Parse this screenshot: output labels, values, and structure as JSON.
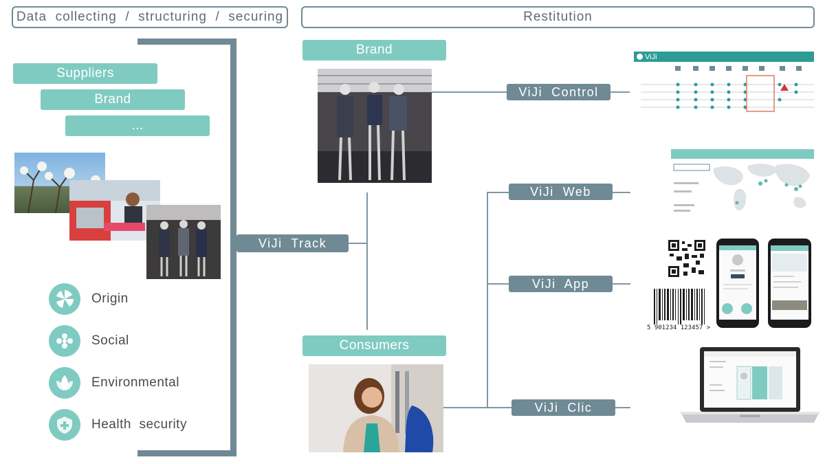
{
  "headers": {
    "left": "Data  collecting  /  structuring  /  securing",
    "right": "Restitution"
  },
  "sources": {
    "items": [
      "Suppliers",
      "Brand",
      "..."
    ]
  },
  "categories": [
    {
      "label": "Origin",
      "icon": "origin-icon"
    },
    {
      "label": "Social",
      "icon": "social-icon"
    },
    {
      "label": "Environmental",
      "icon": "environmental-icon"
    },
    {
      "label": "Health  security",
      "icon": "health-security-icon"
    }
  ],
  "track": {
    "label": "ViJi  Track"
  },
  "brand": {
    "label": "Brand"
  },
  "consumers": {
    "label": "Consumers"
  },
  "outputs": {
    "control": "ViJi  Control",
    "web": "ViJi  Web",
    "app": "ViJi  App",
    "clic": "ViJi  Clic"
  },
  "screens": {
    "control_logo": "ViJi",
    "barcode_number": "5 901234 123457 >"
  },
  "colors": {
    "teal": "#7fcbc1",
    "slate": "#6f8a95"
  }
}
